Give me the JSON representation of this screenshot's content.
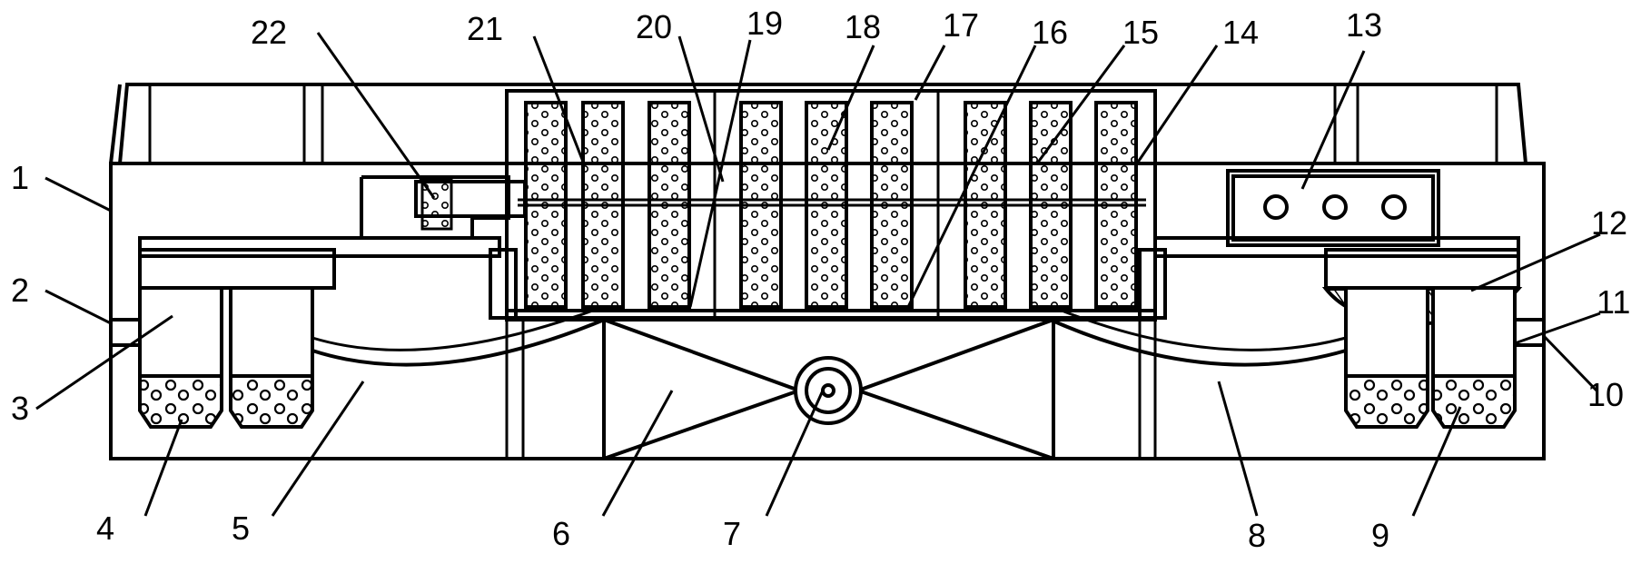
{
  "labels": [
    "1",
    "2",
    "3",
    "4",
    "5",
    "6",
    "7",
    "8",
    "9",
    "10",
    "11",
    "12",
    "13",
    "14",
    "15",
    "16",
    "17",
    "18",
    "19",
    "20",
    "21",
    "22"
  ],
  "colors": {
    "ink": "#000000",
    "paper": "#ffffff"
  }
}
